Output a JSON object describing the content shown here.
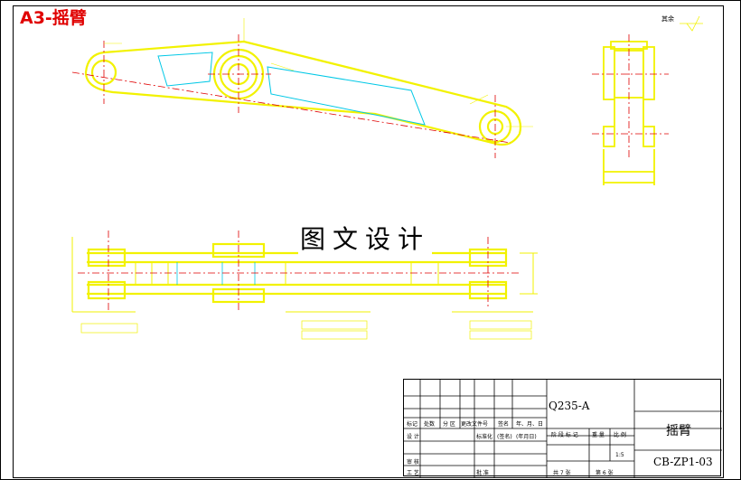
{
  "sheet": {
    "title": "A3-摇臂",
    "watermark": "图文设计",
    "roughness_note": "其余"
  },
  "title_block": {
    "material": "Q235-A",
    "part_name": "摇臂",
    "drawing_no": "CB-ZP1-03",
    "row_labels": [
      "标记",
      "处数",
      "分 区",
      "更改文件号",
      "签名",
      "年、月、日"
    ],
    "design_label": "设 计",
    "std_label": "标准化",
    "sig_label": "(签名)",
    "date_label": "(年月日)",
    "check_label": "审 核",
    "process_label": "工 艺",
    "approve_label": "批 准",
    "stage_labels": [
      "阶 段 标 记",
      "重 量",
      "比 例"
    ],
    "scale": "1:5",
    "sheets_total": "共 7 张",
    "sheet_no": "第 6 张"
  }
}
